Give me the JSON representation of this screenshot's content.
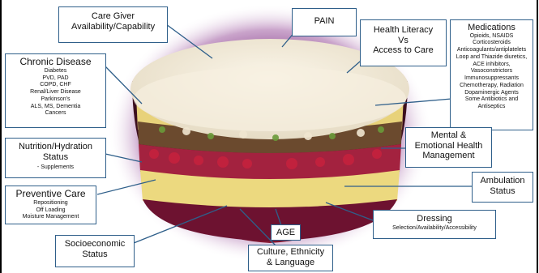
{
  "boxes": {
    "care_giver": {
      "lines": [
        "Care Giver",
        "Availability/Capability"
      ]
    },
    "pain": {
      "title": "PAIN"
    },
    "health_literacy": {
      "lines": [
        "Health Literacy",
        "Vs",
        "Access to Care"
      ]
    },
    "medications": {
      "title": "Medications",
      "items": [
        "Opioids, NSAIDS",
        "Corticosteroids",
        "Anticoagulants/antiplatelets",
        "Loop and Thiazide diuretics,",
        "ACE inhibitors,",
        "Vasoconstrictors",
        "Immunosuppressants",
        "Chemotherapy, Radiation",
        "Dopaminergic Agents",
        "Some Antibiotics and",
        "Antiseptics"
      ]
    },
    "chronic_disease": {
      "title": "Chronic Disease",
      "items": [
        "Diabetes",
        "PVD, PAD",
        "COPD, CHF",
        "Renal/Liver Disease",
        "Parkinson's",
        "ALS, MS, Dementia",
        "Cancers"
      ]
    },
    "nutrition": {
      "lines": [
        "Nutrition/Hydration",
        "Status"
      ],
      "sub": "- Supplements"
    },
    "mental": {
      "lines": [
        "Mental &",
        "Emotional Health",
        "Management"
      ]
    },
    "ambulation": {
      "lines": [
        "Ambulation",
        "Status"
      ]
    },
    "preventive": {
      "title": "Preventive Care",
      "items": [
        "Repositioning",
        "Off Loading",
        "Moisture Management"
      ]
    },
    "dressing": {
      "title": "Dressing",
      "sub": "Selection/Availability/Accessibility"
    },
    "socioeconomic": {
      "lines": [
        "Socioeconomic",
        "Status"
      ]
    },
    "age": {
      "title": "AGE"
    },
    "culture": {
      "lines": [
        "Culture, Ethnicity",
        "& Language"
      ]
    }
  },
  "colors": {
    "connector": "#2f5f8a",
    "border": "#2f5f8a",
    "halo": "#7a2e7f"
  }
}
